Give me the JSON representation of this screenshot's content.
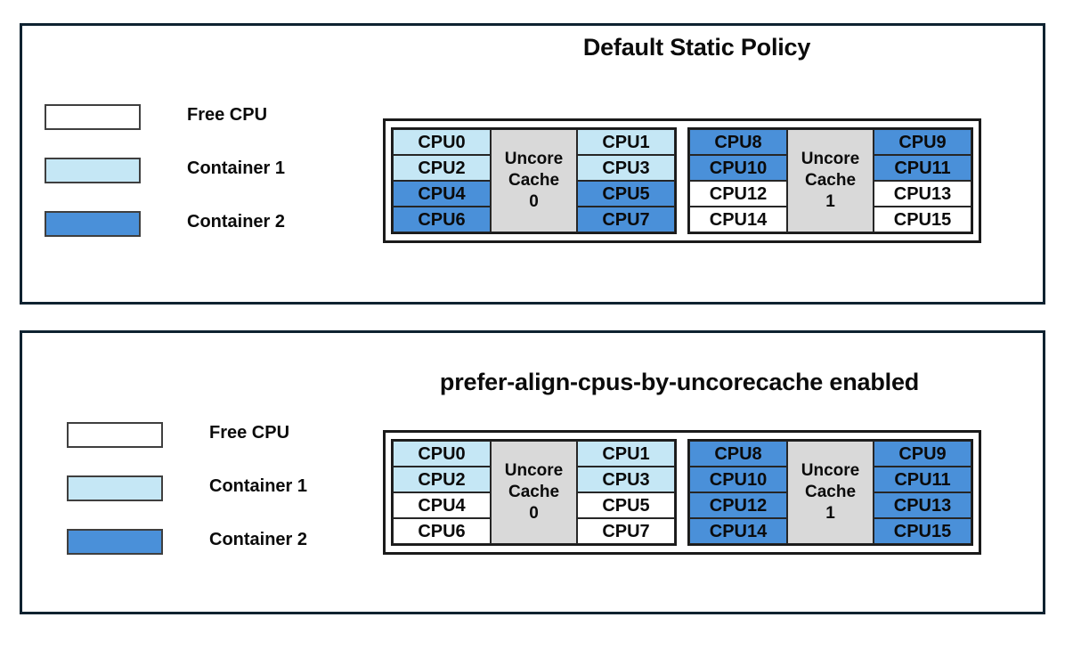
{
  "colors": {
    "free_cpu": "#ffffff",
    "container1": "#c5e7f5",
    "container2": "#4a90d9",
    "uncore_cache": "#d9d9d9",
    "panel_border": "#0e2230",
    "box_border": "#1a1a1a",
    "text": "#0b0b0b"
  },
  "legend": {
    "items": [
      {
        "label": "Free CPU",
        "fill": "free",
        "color": "#ffffff"
      },
      {
        "label": "Container 1",
        "fill": "container1",
        "color": "#c5e7f5"
      },
      {
        "label": "Container 2",
        "fill": "container2",
        "color": "#4a90d9"
      }
    ]
  },
  "panels": [
    {
      "id": "default-static-policy",
      "title": "Default Static Policy",
      "sockets": [
        {
          "cache_label_line1": "Uncore",
          "cache_label_line2": "Cache",
          "cache_label_line3": "0",
          "left_column": [
            {
              "label": "CPU0",
              "fill": "container1"
            },
            {
              "label": "CPU2",
              "fill": "container1"
            },
            {
              "label": "CPU4",
              "fill": "container2"
            },
            {
              "label": "CPU6",
              "fill": "container2"
            }
          ],
          "right_column": [
            {
              "label": "CPU1",
              "fill": "container1"
            },
            {
              "label": "CPU3",
              "fill": "container1"
            },
            {
              "label": "CPU5",
              "fill": "container2"
            },
            {
              "label": "CPU7",
              "fill": "container2"
            }
          ]
        },
        {
          "cache_label_line1": "Uncore",
          "cache_label_line2": "Cache",
          "cache_label_line3": "1",
          "left_column": [
            {
              "label": "CPU8",
              "fill": "container2"
            },
            {
              "label": "CPU10",
              "fill": "container2"
            },
            {
              "label": "CPU12",
              "fill": "free"
            },
            {
              "label": "CPU14",
              "fill": "free"
            }
          ],
          "right_column": [
            {
              "label": "CPU9",
              "fill": "container2"
            },
            {
              "label": "CPU11",
              "fill": "container2"
            },
            {
              "label": "CPU13",
              "fill": "free"
            },
            {
              "label": "CPU15",
              "fill": "free"
            }
          ]
        }
      ]
    },
    {
      "id": "prefer-align-cpus-by-uncorecache-enabled",
      "title": "prefer-align-cpus-by-uncorecache enabled",
      "sockets": [
        {
          "cache_label_line1": "Uncore",
          "cache_label_line2": "Cache",
          "cache_label_line3": "0",
          "left_column": [
            {
              "label": "CPU0",
              "fill": "container1"
            },
            {
              "label": "CPU2",
              "fill": "container1"
            },
            {
              "label": "CPU4",
              "fill": "free"
            },
            {
              "label": "CPU6",
              "fill": "free"
            }
          ],
          "right_column": [
            {
              "label": "CPU1",
              "fill": "container1"
            },
            {
              "label": "CPU3",
              "fill": "container1"
            },
            {
              "label": "CPU5",
              "fill": "free"
            },
            {
              "label": "CPU7",
              "fill": "free"
            }
          ]
        },
        {
          "cache_label_line1": "Uncore",
          "cache_label_line2": "Cache",
          "cache_label_line3": "1",
          "left_column": [
            {
              "label": "CPU8",
              "fill": "container2"
            },
            {
              "label": "CPU10",
              "fill": "container2"
            },
            {
              "label": "CPU12",
              "fill": "container2"
            },
            {
              "label": "CPU14",
              "fill": "container2"
            }
          ],
          "right_column": [
            {
              "label": "CPU9",
              "fill": "container2"
            },
            {
              "label": "CPU11",
              "fill": "container2"
            },
            {
              "label": "CPU13",
              "fill": "container2"
            },
            {
              "label": "CPU15",
              "fill": "container2"
            }
          ]
        }
      ]
    }
  ]
}
